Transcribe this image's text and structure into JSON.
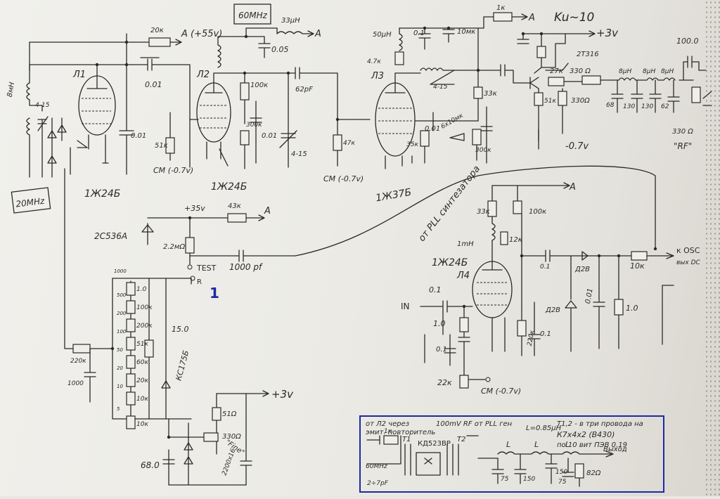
{
  "labels": {
    "freq_60": "60MHz",
    "freq_20": "20MHz",
    "ku": "Ku~10",
    "plus3v_top": "+3v",
    "plus55v": "A (+55v)",
    "a_l2": "A",
    "a_pll": "A",
    "a_bias": "A",
    "plus35v": "+35v",
    "plus3v_bot": "+3v",
    "tube_l1": "1Ж24Б",
    "tube_l2": "1Ж24Б",
    "tube_l3": "1Ж37Б",
    "tube_l4": "1Ж24Б",
    "ref_l1": "Л1",
    "ref_l2": "Л2",
    "ref_l3": "Л3",
    "ref_l4": "Л4",
    "pll_note": "от PLL синтезатора",
    "rf_label": "\"RF\"",
    "test_label": "TEST",
    "r_label": "R",
    "in_label": "IN",
    "osc_label": "к OSC",
    "osc_sub": "вых DC",
    "cm1": "CM (-0.7v)",
    "cm2": "CM (-0.7v)",
    "cm3": "CM (-0.7v)",
    "minus07": "-0.7v",
    "diode_2c": "2С536А",
    "trans": "2Т316",
    "marker": "1",
    "fine": "\"Fine\""
  },
  "components": {
    "r20k": "20к",
    "l33": "33μН",
    "c005": "0.05",
    "c001a": "0.01",
    "c001b": "0.01",
    "c001c": "0.01",
    "c001d": "0.01",
    "r51k": "51к",
    "r100k": "100к",
    "r300k": "300к",
    "c62": "62pF",
    "c415a": "4-15",
    "c415b": "4-15",
    "c415c": "4-15",
    "l8": "8мН",
    "c10": "10мк",
    "c01a": "0.1",
    "c100": "100.0",
    "l50": "50μН",
    "r47k": "4.7к",
    "r1k_top": "1к",
    "r27k": "27к",
    "r51": "51к",
    "r330a": "330 Ω",
    "r330b": "330Ω",
    "r330c": "330 Ω",
    "c68": "68",
    "c130a": "130",
    "c130b": "130",
    "c62b": "62",
    "l8a": "8μН",
    "l8b": "8μН",
    "l8c": "8μН",
    "r33k": "33к",
    "r300k2": "300к",
    "c6x": "6х10мк",
    "r47": "47к",
    "r35k": "35к",
    "r43k": "43к",
    "r22m": "2.2мΩ",
    "c1000pf": "1000 pf",
    "c15": "15.0",
    "r220k": "220к",
    "c1000": "1000",
    "ic": "КС175Б",
    "c68b": "68.0",
    "r51b": "51Ω",
    "r330d": "330Ω",
    "c2200": "2200х16",
    "r33k2": "33к",
    "r100k2": "100к",
    "l1mh": "1mН",
    "r12k": "12к",
    "c01b": "0.1",
    "c01c": "0.1",
    "c01d": "0.1",
    "c01e": "0.1",
    "r10k": "10к",
    "d2b": "Д2В",
    "d2b2": "Д2В",
    "c001e": "0.01",
    "r1m": "1.0",
    "r1m2": "1.0",
    "r22k": "22к",
    "r220k2": "220к",
    "c01f": "0.1",
    "lad": [
      "1.0",
      "100к",
      "200к",
      "51к",
      "60к",
      "20к",
      "10к",
      "10к"
    ],
    "lad_v": [
      "1000",
      "500",
      "200",
      "100",
      "50",
      "20",
      "10",
      "5"
    ]
  },
  "inset": {
    "line1": "от Л2 через",
    "line2": "эмит. повторитель",
    "line3": "100mV RF от PLL ген",
    "line4": "L=0.85μН",
    "line5": "T1,2 - в три провода на",
    "line6": "К7х4х2 (В430)",
    "line7": "по 10 вит ПЭВ 0.19",
    "mhz": "60МHz",
    "r1k": "1к",
    "t1": "T1",
    "t2": "T2",
    "diodes": "КД523ВР",
    "c275": "2÷7pF",
    "out": "Выход",
    "l": "L",
    "c75a": "75",
    "c150a": "150",
    "c150b": "150",
    "c75b": "75",
    "r82": "82Ω"
  }
}
